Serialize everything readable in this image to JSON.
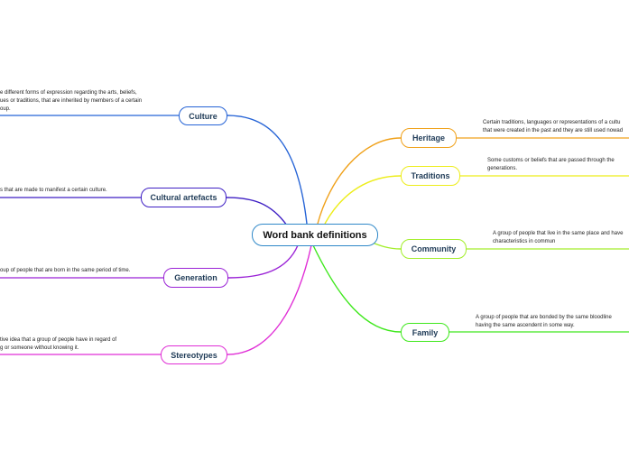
{
  "central": {
    "label": "Word bank definitions",
    "color": "#2f88c8"
  },
  "branches": {
    "culture": {
      "label": "Culture",
      "color": "#2563d6",
      "note": [
        "e different forms of expression regarding the arts, beliefs,",
        "ues or traditions, that are inherited by members of a certain",
        "oup."
      ]
    },
    "cultural_artefacts": {
      "label": "Cultural artefacts",
      "color": "#3e1fc4",
      "note": [
        "s that are made to manifest a certain culture."
      ]
    },
    "generation": {
      "label": "Generation",
      "color": "#9a22d6",
      "note": [
        "oup of people that are born in the same period of time."
      ]
    },
    "stereotypes": {
      "label": "Stereotypes",
      "color": "#e02ed6",
      "note": [
        "tive idea that a group of people have in regard of",
        "g or someone without knowing it."
      ]
    },
    "heritage": {
      "label": "Heritage",
      "color": "#f0a11a",
      "note": [
        "Certain traditions, languages or representations of a cultu",
        "that were created in the past and they are still used nowad"
      ]
    },
    "traditions": {
      "label": "Traditions",
      "color": "#eded1a",
      "note": [
        "Some customs or beliefs that are passed through the",
        "generations."
      ]
    },
    "community": {
      "label": "Community",
      "color": "#a3ee2a",
      "note": [
        "A group of people that live in the same place and have",
        "characteristics in commun"
      ]
    },
    "family": {
      "label": "Family",
      "color": "#3ee81c",
      "note": [
        "A group of people that are bonded by the same bloodline",
        "having the same ascendent in some way."
      ]
    }
  }
}
